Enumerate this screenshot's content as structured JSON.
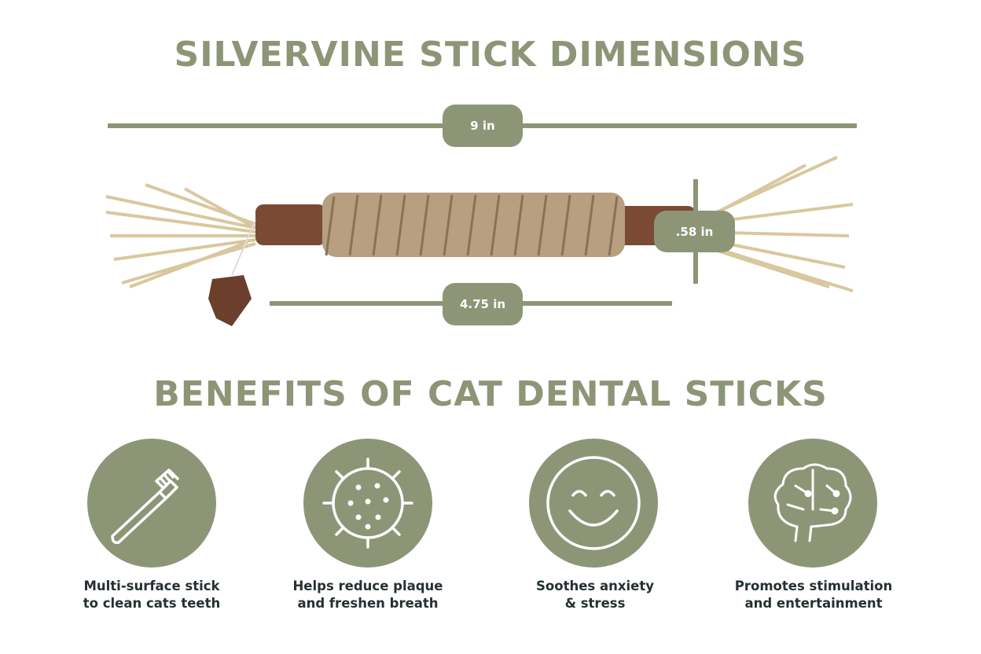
{
  "dimensions": {
    "title": "SILVERVINE STICK DIMENSIONS",
    "length": "9 in",
    "wrap_length": "4.75 in",
    "diameter": ".58 in"
  },
  "benefits": {
    "title": "BENEFITS OF CAT DENTAL STICKS",
    "items": [
      {
        "icon": "toothbrush-icon",
        "line1": "Multi-surface stick",
        "line2": "to clean cats teeth"
      },
      {
        "icon": "germ-icon",
        "line1": "Helps reduce plaque",
        "line2": "and freshen breath"
      },
      {
        "icon": "smiley-icon",
        "line1": "Soothes anxiety",
        "line2": "& stress"
      },
      {
        "icon": "brain-icon",
        "line1": "Promotes stimulation",
        "line2": "and entertainment"
      }
    ]
  },
  "colors": {
    "accent": "#8c9677",
    "text": "#263033"
  }
}
